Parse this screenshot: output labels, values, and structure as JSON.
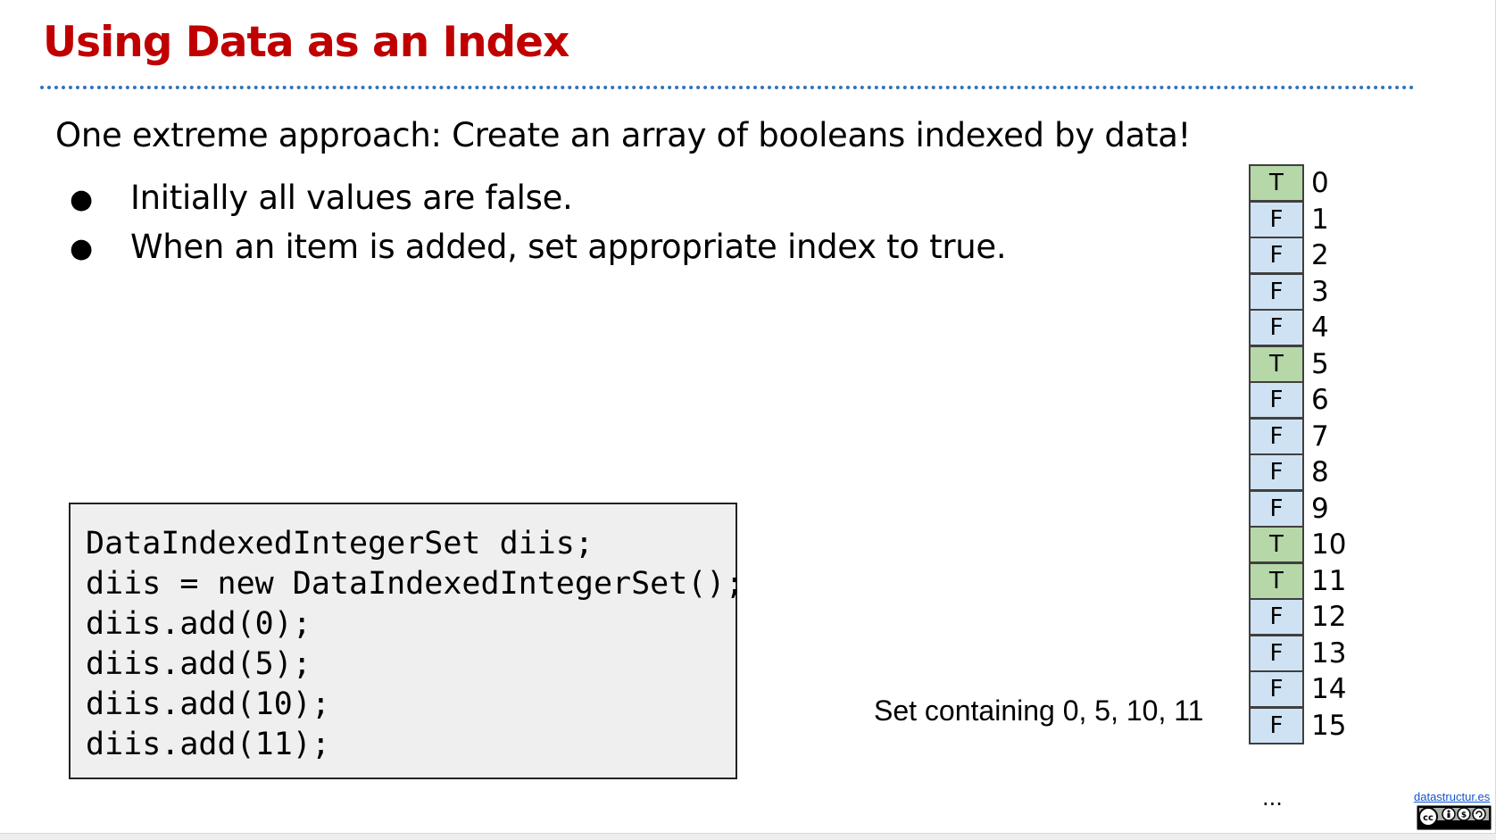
{
  "slide": {
    "title": "Using Data as an Index",
    "intro": "One extreme approach: Create an array of booleans indexed by data!",
    "bullets": [
      "Initially all values are false.",
      "When an item is added, set appropriate index to true."
    ],
    "bullet_marker": "●",
    "code_lines": [
      "DataIndexedIntegerSet diis;",
      "diis = new DataIndexedIntegerSet();",
      "diis.add(0);",
      "diis.add(5);",
      "diis.add(10);",
      "diis.add(11);"
    ],
    "caption": "Set containing 0, 5, 10, 11",
    "ellipsis": "...",
    "credit_link": "datastructur.es",
    "license_icon": "cc-by-nc-sa-icon"
  },
  "bool_array": {
    "cells": [
      {
        "value": "T",
        "index": "0"
      },
      {
        "value": "F",
        "index": "1"
      },
      {
        "value": "F",
        "index": "2"
      },
      {
        "value": "F",
        "index": "3"
      },
      {
        "value": "F",
        "index": "4"
      },
      {
        "value": "T",
        "index": "5"
      },
      {
        "value": "F",
        "index": "6"
      },
      {
        "value": "F",
        "index": "7"
      },
      {
        "value": "F",
        "index": "8"
      },
      {
        "value": "F",
        "index": "9"
      },
      {
        "value": "T",
        "index": "10"
      },
      {
        "value": "T",
        "index": "11"
      },
      {
        "value": "F",
        "index": "12"
      },
      {
        "value": "F",
        "index": "13"
      },
      {
        "value": "F",
        "index": "14"
      },
      {
        "value": "F",
        "index": "15"
      }
    ]
  },
  "colors": {
    "title": "#c00000",
    "divider": "#2e75b6",
    "true_cell": "#b6d7a8",
    "false_cell": "#cfe2f3",
    "code_background": "#efefef"
  }
}
